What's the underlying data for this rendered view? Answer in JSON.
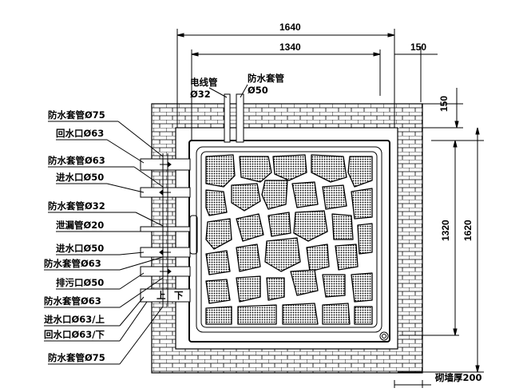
{
  "dimensions": {
    "overall_width": "1640",
    "inner_width": "1340",
    "wall_right": "150",
    "wall_top": "150",
    "inner_height": "1320",
    "overall_height": "1620",
    "wall_thickness": "砌墙厚200"
  },
  "top_labels": [
    {
      "name": "电线管",
      "size": "Ø32"
    },
    {
      "name": "防水套管",
      "size": "Ø50"
    }
  ],
  "left_labels": [
    "防水套管Ø75",
    "回水口Ø63",
    "防水套管Ø63",
    "进水口Ø50",
    "防水套管Ø32",
    "泄漏管Ø20",
    "进水口Ø50",
    "防水套管Ø63",
    "排污口Ø50",
    "防水套管Ø63",
    "进水口Ø63/上",
    "回水口Ø63/下",
    "防水套管Ø75"
  ],
  "pipe_marks": {
    "up": "上",
    "down": "下"
  }
}
